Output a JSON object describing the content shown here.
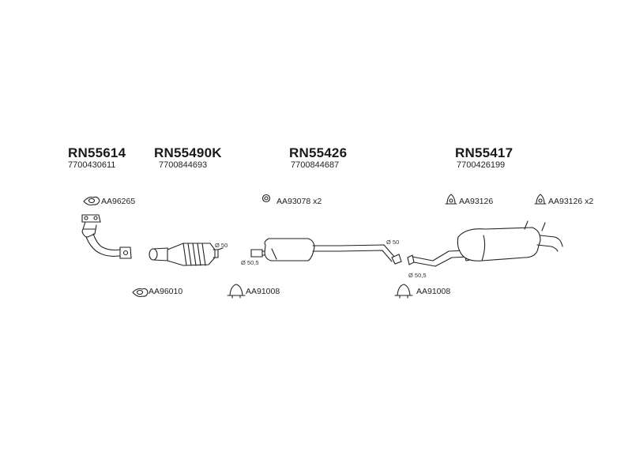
{
  "parts": [
    {
      "code": "RN55614",
      "oem": "7700430611"
    },
    {
      "code": "RN55490K",
      "oem": "7700844693"
    },
    {
      "code": "RN55426",
      "oem": "7700844687"
    },
    {
      "code": "RN55417",
      "oem": "7700426199"
    }
  ],
  "accessories": {
    "gasket_top": "AA96265",
    "gasket_bottom": "AA96010",
    "ring": "AA93078 x2",
    "clamp_left": "AA91008",
    "clamp_right": "AA91008",
    "hanger_1": "AA93126",
    "hanger_2": "AA93126 x2"
  },
  "diameters": {
    "cat_outlet": "Ø 50",
    "mid_inlet": "Ø 50,5",
    "mid_outlet": "Ø 50",
    "rear_inlet": "Ø 50,5"
  }
}
